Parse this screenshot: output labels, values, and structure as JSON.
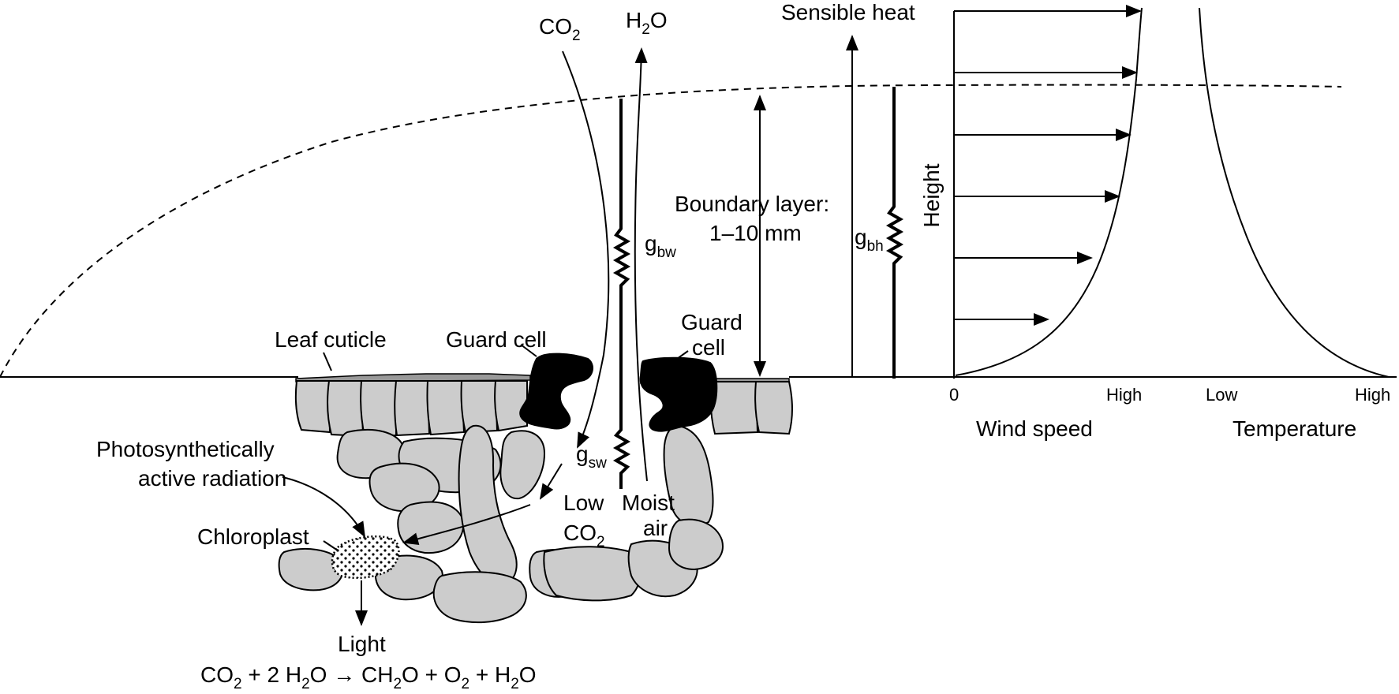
{
  "labels": {
    "co2_top": "CO",
    "co2_top_sub": "2",
    "h2o_top_a": "H",
    "h2o_top_sub": "2",
    "h2o_top_b": "O",
    "sensible_heat": "Sensible heat",
    "boundary_layer_1": "Boundary layer:",
    "boundary_layer_2": "1–10 mm",
    "g_bw": "g",
    "g_bw_sub": "bw",
    "g_bh": "g",
    "g_bh_sub": "bh",
    "g_sw": "g",
    "g_sw_sub": "sw",
    "height": "Height",
    "leaf_cuticle": "Leaf cuticle",
    "guard_cell_left": "Guard cell",
    "guard_cell_right_1": "Guard",
    "guard_cell_right_2": "cell",
    "par_1": "Photosynthetically",
    "par_2": "active radiation",
    "chloroplast": "Chloroplast",
    "low": "Low",
    "low_co2": "CO",
    "low_co2_sub": "2",
    "moist": "Moist",
    "air": "air",
    "light": "Light"
  },
  "equation": {
    "p1": "CO",
    "s1": "2",
    "p2": " + 2 H",
    "s2": "2",
    "p3": "O ",
    "arrow": "→",
    "p4": " CH",
    "s4": "2",
    "p5": "O + O",
    "s5": "2",
    "p6": " + H",
    "s6": "2",
    "p7": "O"
  },
  "wind_axis": {
    "tick_zero": "0",
    "tick_high": "High",
    "title": "Wind speed"
  },
  "temperature_axis": {
    "tick_low": "Low",
    "tick_high": "High",
    "title": "Temperature"
  }
}
